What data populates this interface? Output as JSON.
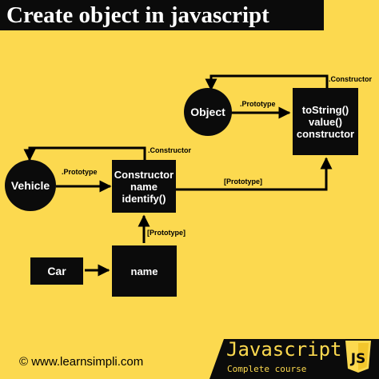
{
  "title": "Create object in javascript",
  "nodes": {
    "object": "Object",
    "object_proto_methods": [
      "toString()",
      "value()",
      "constructor"
    ],
    "vehicle": "Vehicle",
    "vehicle_constructor": [
      "Constructor",
      "name",
      "identify()"
    ],
    "car": "Car",
    "car_instance": "name"
  },
  "edge_labels": {
    "object_constructor": ".Constructor",
    "object_prototype": ".Prototype",
    "vehicle_constructor": ".Constructor",
    "vehicle_prototype": ".Prototype",
    "constructor_to_object_proto": "[Prototype]",
    "instance_to_constructor": "[Prototype]"
  },
  "footer": {
    "copyright": "© www.learnsimpli.com",
    "brand_title": "Javascript",
    "brand_subtitle": "Complete course",
    "brand_icon": "javascript-shield-icon"
  },
  "colors": {
    "background": "#fcd94f",
    "shape_fill": "#0b0b0b",
    "text_on_shape": "#ffffff",
    "brand_text": "#fcd94f"
  }
}
